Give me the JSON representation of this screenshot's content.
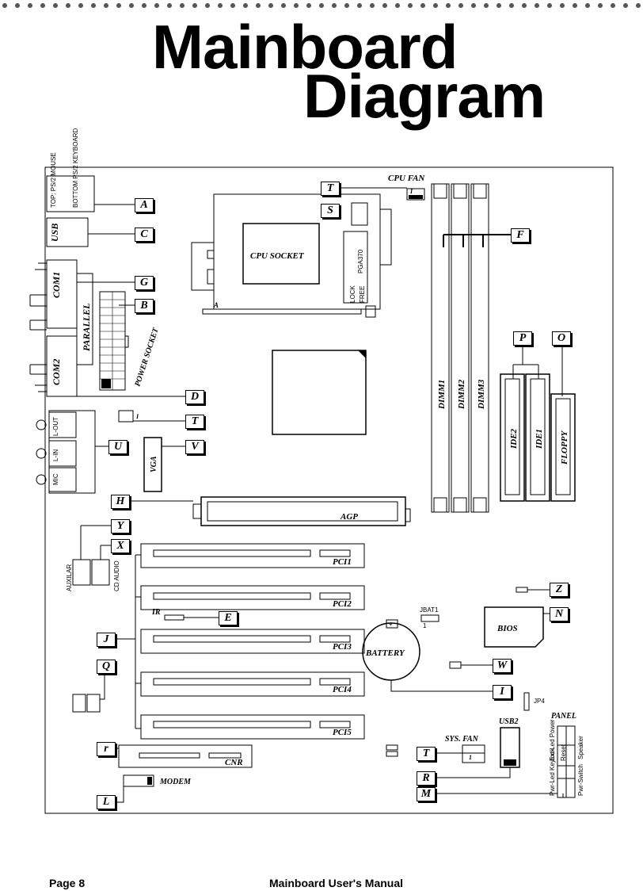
{
  "title": {
    "line1": "Mainboard",
    "line2": "Diagram"
  },
  "footer": {
    "page": "Page 8",
    "manual": "Mainboard User's Manual"
  },
  "components": {
    "cpu_fan": "CPU FAN",
    "cpu_socket": "CPU SOCKET",
    "pga": "PGA370",
    "lock": "LOCK",
    "free": "FREE",
    "usb": "USB",
    "com1": "COM1",
    "com2": "COM2",
    "parallel": "PARALLEL",
    "power_socket": "POWER SOCKET",
    "dimm1": "DIMM1",
    "dimm2": "DIMM2",
    "dimm3": "DIMM3",
    "ide1": "IDE1",
    "ide2": "IDE2",
    "floppy": "FLOPPY",
    "l_out": "L-OUT",
    "l_in": "L-IN",
    "mic": "MIC",
    "vga": "VGA",
    "agp": "AGP",
    "auxilar": "AUXILAR",
    "cd_audio": "CD AUDIO",
    "pci1": "PCI1",
    "pci2": "PCI2",
    "pci3": "PCI3",
    "pci4": "PCI4",
    "pci5": "PCI5",
    "ir": "IR",
    "jbat1": "JBAT1",
    "battery": "BATTERY",
    "bios": "BIOS",
    "jp4": "JP4",
    "panel": "PANEL",
    "usb2": "USB2",
    "sys_fan": "SYS. FAN",
    "cnr": "CNR",
    "modem": "MODEM",
    "ps2_top": "TOP: PS/2 MOUSE",
    "ps2_bottom": "BOTTOM PS/2 KEYBOARD",
    "battery_plus": "+",
    "jbat_one": "1",
    "fan_one": "1",
    "panel_pins": [
      "Ext-Led Power",
      "Speaker",
      "Reset",
      "Pwr-Led Keylock",
      "Pwr-Switch"
    ]
  },
  "keys": [
    "A",
    "B",
    "C",
    "D",
    "E",
    "F",
    "G",
    "H",
    "I",
    "J",
    "L",
    "M",
    "N",
    "O",
    "P",
    "Q",
    "R",
    "S",
    "T",
    "U",
    "V",
    "W",
    "X",
    "Y",
    "Z",
    "r"
  ]
}
